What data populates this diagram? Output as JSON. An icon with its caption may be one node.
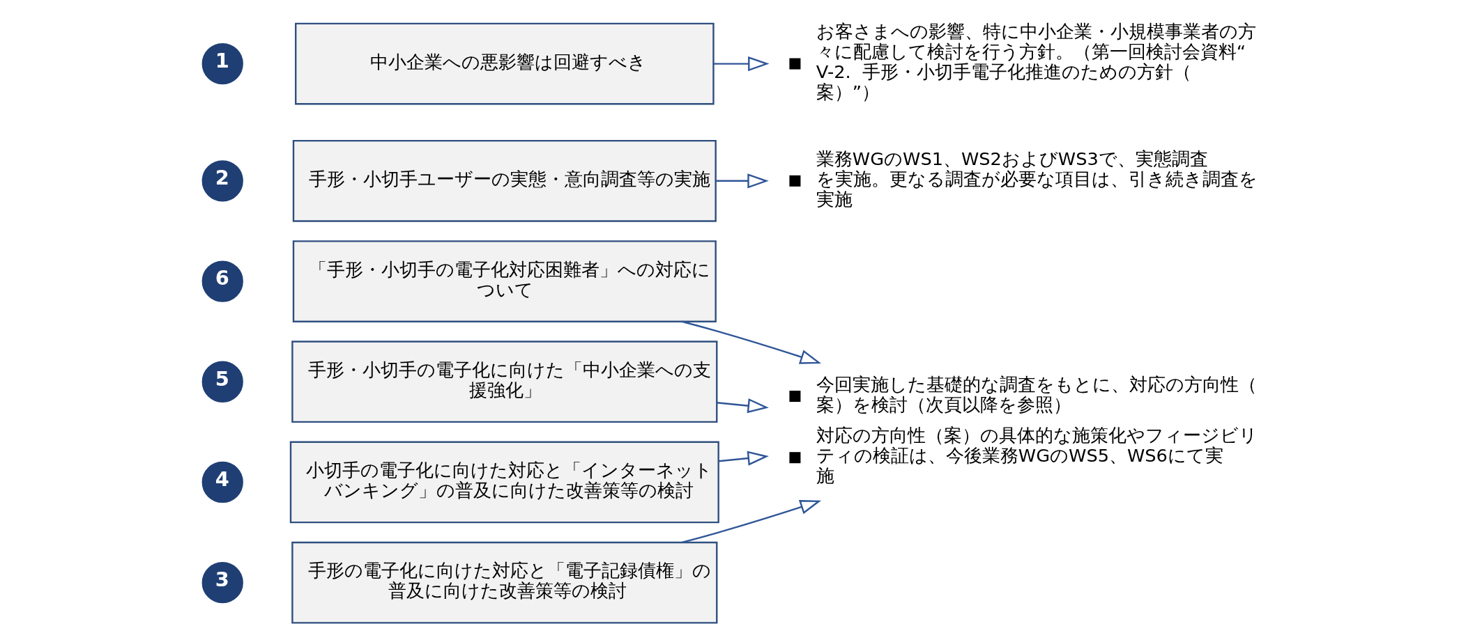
{
  "diagram": {
    "nodes": [
      {
        "text": [
          "1"
        ]
      },
      {
        "text": [
          "中小企業への悪影響は回避すべき"
        ]
      },
      {
        "text": [
          "お客さまへの影響、特に中小企業・小規模事業者の方々に配慮して検討を行う方針。（第一回検討会資料“V-2.  手形・小切手電子化推進のための方針（案）”）"
        ]
      },
      {
        "text": [
          "2"
        ]
      },
      {
        "text": [
          "手形・小切手ユーザーの実態・意向調査等の実施"
        ]
      },
      {
        "text": [
          "業務WGのWS1、WS2およびWS3で、実態調査を実施。更なる調査が必要な項目は、引き続き調査を実施"
        ]
      },
      {
        "text": [
          "3"
        ]
      },
      {
        "text": [
          "手形の電子化に向けた対応と「電子記録債権」の普及に向けた改善策等の検討"
        ]
      },
      {
        "text": [
          "4"
        ]
      },
      {
        "text": [
          "小切手の電子化に向けた対応と「インターネットバンキング」の普及に向けた改善策等の検討"
        ]
      },
      {
        "text": [
          "5"
        ]
      },
      {
        "text": [
          "手形・小切手の電子化に向けた「中小企業への支援強化」"
        ]
      },
      {
        "text": [
          "6"
        ]
      },
      {
        "text": [
          "「手形・小切手の電子化対応困難者」への対応について"
        ]
      },
      {
        "text": [
          "今回実施した基礎的な調査をもとに、対応の方向性（案）を検討（次頁以降を参照）",
          "対応の方向性（案）の具体的な施策化やフィージビリティの検証は、今後業務WGのWS5、WS6にて実施"
        ]
      }
    ],
    "edges": [
      {
        "from": 1,
        "to": 2,
        "arrow": "to"
      },
      {
        "from": 4,
        "to": 5,
        "arrow": "to"
      },
      {
        "from": 7,
        "to": 14,
        "arrow": "to"
      },
      {
        "from": 9,
        "to": 14,
        "arrow": "to"
      },
      {
        "from": 11,
        "to": 14,
        "arrow": "to"
      },
      {
        "from": 13,
        "to": 14,
        "arrow": "to"
      }
    ]
  }
}
